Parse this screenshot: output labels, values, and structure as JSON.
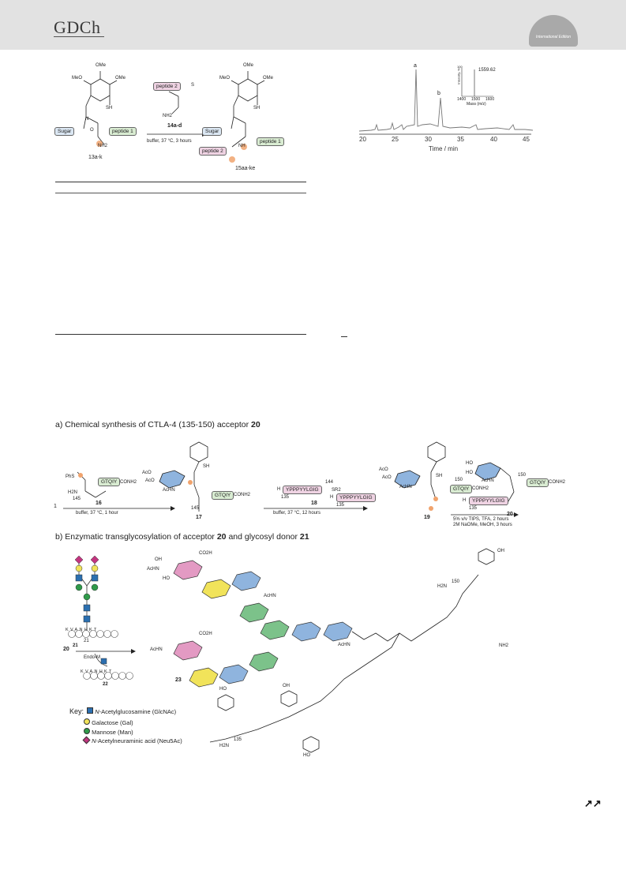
{
  "header": {
    "logo_text": "GDCh",
    "badge_text": "International Edition",
    "colors": {
      "header_bg": "#e2e2e2",
      "badge": "#a9a9a9"
    }
  },
  "scheme_top": {
    "methoxy_labels": [
      "OMe",
      "MeO",
      "OMe"
    ],
    "sh_label": "SH",
    "n_label": "N",
    "o_label": "O",
    "nh2_label": "NH2",
    "sugar_label": "Sugar",
    "peptide1_label": "peptide 1",
    "peptide2_label": "peptide 2",
    "s_label": "S",
    "nh_label": "NH",
    "reagent_label": "14a-d",
    "conditions": "buffer, 37 °C, 3 hours",
    "start_label": "13a-k",
    "product_label": "15aa-ke",
    "reagent_nh2": "NH2"
  },
  "hplc": {
    "peak_a": "a",
    "peak_b": "b",
    "inset_peak_value": "1559.62",
    "inset_xlabel": "Mass (m/z)",
    "inset_ylabel": "Intensity, %",
    "inset_ytick": "100",
    "inset_xticks": [
      "1400",
      "1500",
      "1600"
    ],
    "xlabel": "Time / min",
    "xticks": [
      "20",
      "25",
      "30",
      "35",
      "40",
      "45"
    ]
  },
  "scheme_a": {
    "title_prefix": "a) Chemical synthesis of CTLA-4 (135-150) acceptor ",
    "title_bold": "20",
    "start_number": "1",
    "phs_label": "PhS",
    "h2n_label": "H2N",
    "residue_145": "145",
    "residue_150": "150",
    "residue_144": "144",
    "residue_135": "135",
    "gtqiy": "GTQIY",
    "conh2": "CONH2",
    "ypppyylgig": "YPPPYYLGIG",
    "sr2": "SR2",
    "h_prefix": "H",
    "compound_16": "16",
    "compound_17": "17",
    "compound_18": "18",
    "compound_19": "19",
    "compound_20": "20",
    "step1_conditions": "buffer, 37 °C, 1 hour",
    "step2_conditions": "buffer, 37 °C, 12 hours",
    "step3_conditions_1": "5% v/v TIPS, TFA, 2 hours",
    "step3_conditions_2": "2M NaOMe, MeOH, 3 hours",
    "acn_labels": [
      "AcO",
      "AcO",
      "AcHN"
    ],
    "ho_labels": [
      "HO",
      "HO",
      "AcHN"
    ]
  },
  "scheme_b": {
    "title_prefix": "b) Enzymatic transglycosylation of acceptor ",
    "title_bold_1": "20",
    "title_mid": " and glycosyl donor ",
    "title_bold_2": "21",
    "donor_peptide": "KVANHKT",
    "product_peptide": "KVANHKT",
    "compound_21": "21",
    "compound_22": "22",
    "compound_23": "23",
    "compound_20": "20",
    "enzyme": "Endo-M",
    "residue_150": "150",
    "residue_135": "135",
    "h2n_label": "H2N",
    "co2h_label": "CO2H",
    "achn_label": "AcHN",
    "oh_label": "OH",
    "ho_label": "HO",
    "nh2_label": "NH2"
  },
  "key": {
    "title": "Key:",
    "items": [
      {
        "prefix": "N",
        "text": "-Acetylglucosamine (GlcNAc)",
        "shape": "square",
        "color": "#2b6fb0"
      },
      {
        "prefix": "",
        "text": "Galactose (Gal)",
        "shape": "circle",
        "color": "#f1e35a"
      },
      {
        "prefix": "",
        "text": "Mannose (Man)",
        "shape": "circle",
        "color": "#2f9a4a"
      },
      {
        "prefix": "N",
        "text": "-Acetylneuraminic acid (Neu5Ac)",
        "shape": "diamond",
        "color": "#c2357f"
      }
    ]
  },
  "footer": {
    "continue_icon_text": "↗↗"
  }
}
